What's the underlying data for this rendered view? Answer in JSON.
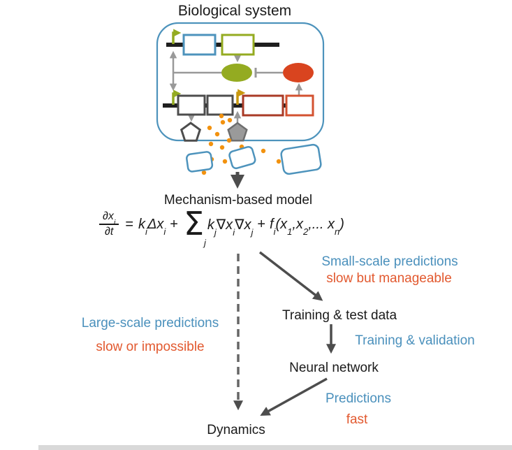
{
  "title": "Biological system",
  "labels": {
    "mechanism": "Mechanism-based model",
    "small_scale_1": "Small-scale predictions",
    "small_scale_2": "slow but manageable",
    "large_scale_1": "Large-scale predictions",
    "large_scale_2": "slow or impossible",
    "training_data": "Training & test data",
    "training_validation": "Training & validation",
    "neural_network": "Neural network",
    "predictions": "Predictions",
    "fast": "fast",
    "dynamics": "Dynamics"
  },
  "equation": {
    "num": "∂x",
    "num_sub": "i",
    "den": "∂t",
    "equals": "=",
    "k_i": "k",
    "k_i_sub": "i",
    "delta_x": "Δx",
    "delta_x_sub": "i",
    "plus_1": "+",
    "sigma": "Σ",
    "sigma_sub": "j",
    "k_j": "k",
    "k_j_sub": "j",
    "grad_x_i": "∇x",
    "grad_x_i_sub": "i",
    "grad_x_j": "∇x",
    "grad_x_j_sub": "j",
    "plus_2": "+",
    "f_i": "f",
    "f_i_sub": "i",
    "args_open": "(x",
    "args_sub_1": "1",
    "args_mid": ",x",
    "args_sub_2": "2",
    "args_dots": ",... x",
    "args_sub_n": "n",
    "args_close": ")"
  },
  "colors": {
    "accent_blue": "#4A90BC",
    "accent_orange": "#E2592F",
    "green": "#94AB21",
    "red_ellipse": "#D9441F",
    "dark_red_box": "#A93A26",
    "orange_box": "#D35230",
    "promoter_yellow": "#C9980F",
    "dot_orange": "#F2920F",
    "arrow_dark": "#4D4D4D",
    "arrow_gray": "#999999",
    "text_black": "#1A1A1A"
  }
}
